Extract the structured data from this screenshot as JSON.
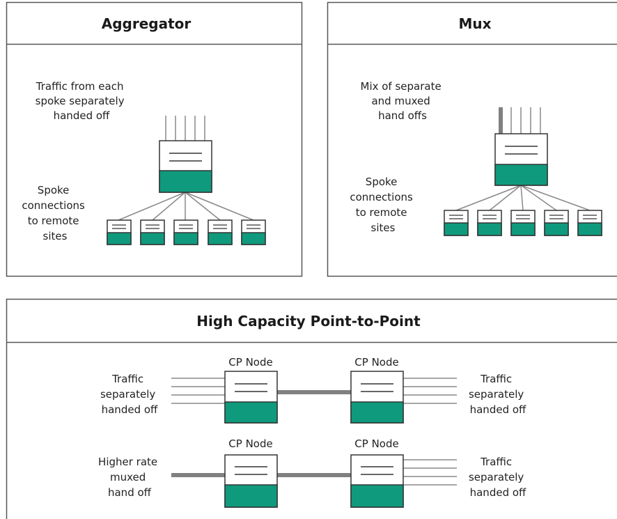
{
  "colors": {
    "device_fill": "#0f9a7d",
    "border": "#555555",
    "line": "#888888",
    "thick_line": "#808080"
  },
  "aggregator": {
    "title": "Aggregator",
    "top_label": [
      "Traffic from each",
      "spoke separately",
      "handed off"
    ],
    "side_label": [
      "Spoke",
      "connections",
      "to remote",
      "sites"
    ]
  },
  "mux": {
    "title": "Mux",
    "top_label": [
      "Mix of separate",
      "and muxed",
      "hand offs"
    ],
    "side_label": [
      "Spoke",
      "connections",
      "to remote",
      "sites"
    ]
  },
  "p2p": {
    "title": "High Capacity Point-to-Point",
    "node_label": "CP Node",
    "row1_left": [
      "Traffic",
      "separately",
      "handed off"
    ],
    "row1_right": [
      "Traffic",
      "separately",
      "handed off"
    ],
    "row2_left": [
      "Higher rate",
      "muxed",
      "hand off"
    ],
    "row2_right": [
      "Traffic",
      "separately",
      "handed off"
    ]
  }
}
